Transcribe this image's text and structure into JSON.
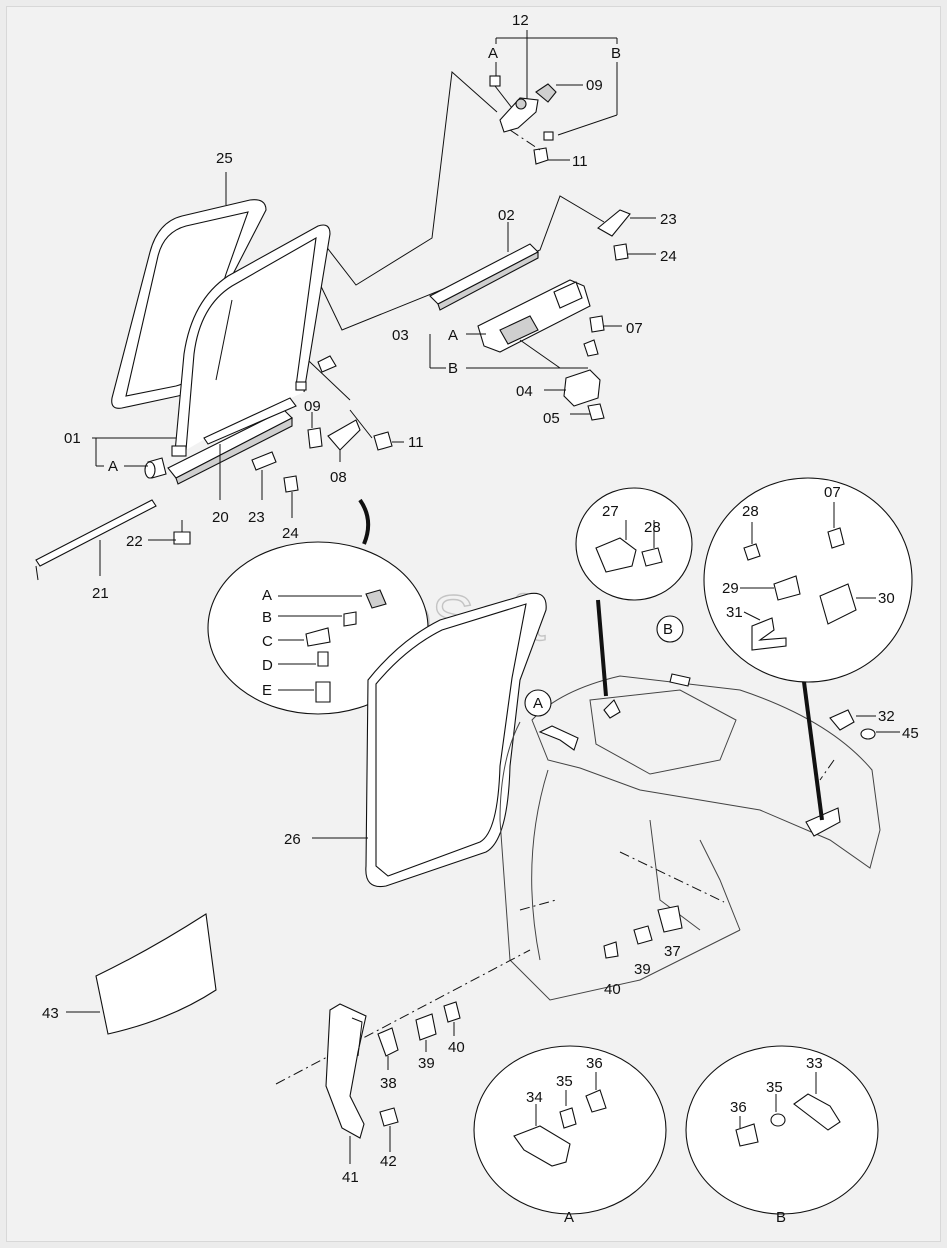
{
  "watermark": "AutoSoft",
  "callouts": {
    "c01": "01",
    "c02": "02",
    "c03": "03",
    "c04": "04",
    "c05": "05",
    "c07a": "07",
    "c07b": "07",
    "c08": "08",
    "c09a": "09",
    "c09b": "09",
    "c11a": "11",
    "c11b": "11",
    "c12": "12",
    "c20": "20",
    "c21": "21",
    "c22": "22",
    "c23a": "23",
    "c23b": "23",
    "c24a": "24",
    "c24b": "24",
    "c25": "25",
    "c26": "26",
    "c27": "27",
    "c28a": "28",
    "c28b": "28",
    "c29": "29",
    "c30": "30",
    "c31": "31",
    "c32": "32",
    "c33": "33",
    "c34": "34",
    "c35a": "35",
    "c35b": "35",
    "c36a": "36",
    "c36b": "36",
    "c37": "37",
    "c38": "38",
    "c39a": "39",
    "c39b": "39",
    "c40a": "40",
    "c40b": "40",
    "c41": "41",
    "c42": "42",
    "c43": "43",
    "c45": "45"
  },
  "letters": {
    "topA": "A",
    "topB": "B",
    "l03A": "A",
    "l03B": "B",
    "l01A": "A",
    "detA": "A",
    "detB": "B",
    "detC": "C",
    "detD": "D",
    "detE": "E",
    "cabA": "A",
    "cabB": "B",
    "viewA": "A",
    "viewB": "B"
  }
}
